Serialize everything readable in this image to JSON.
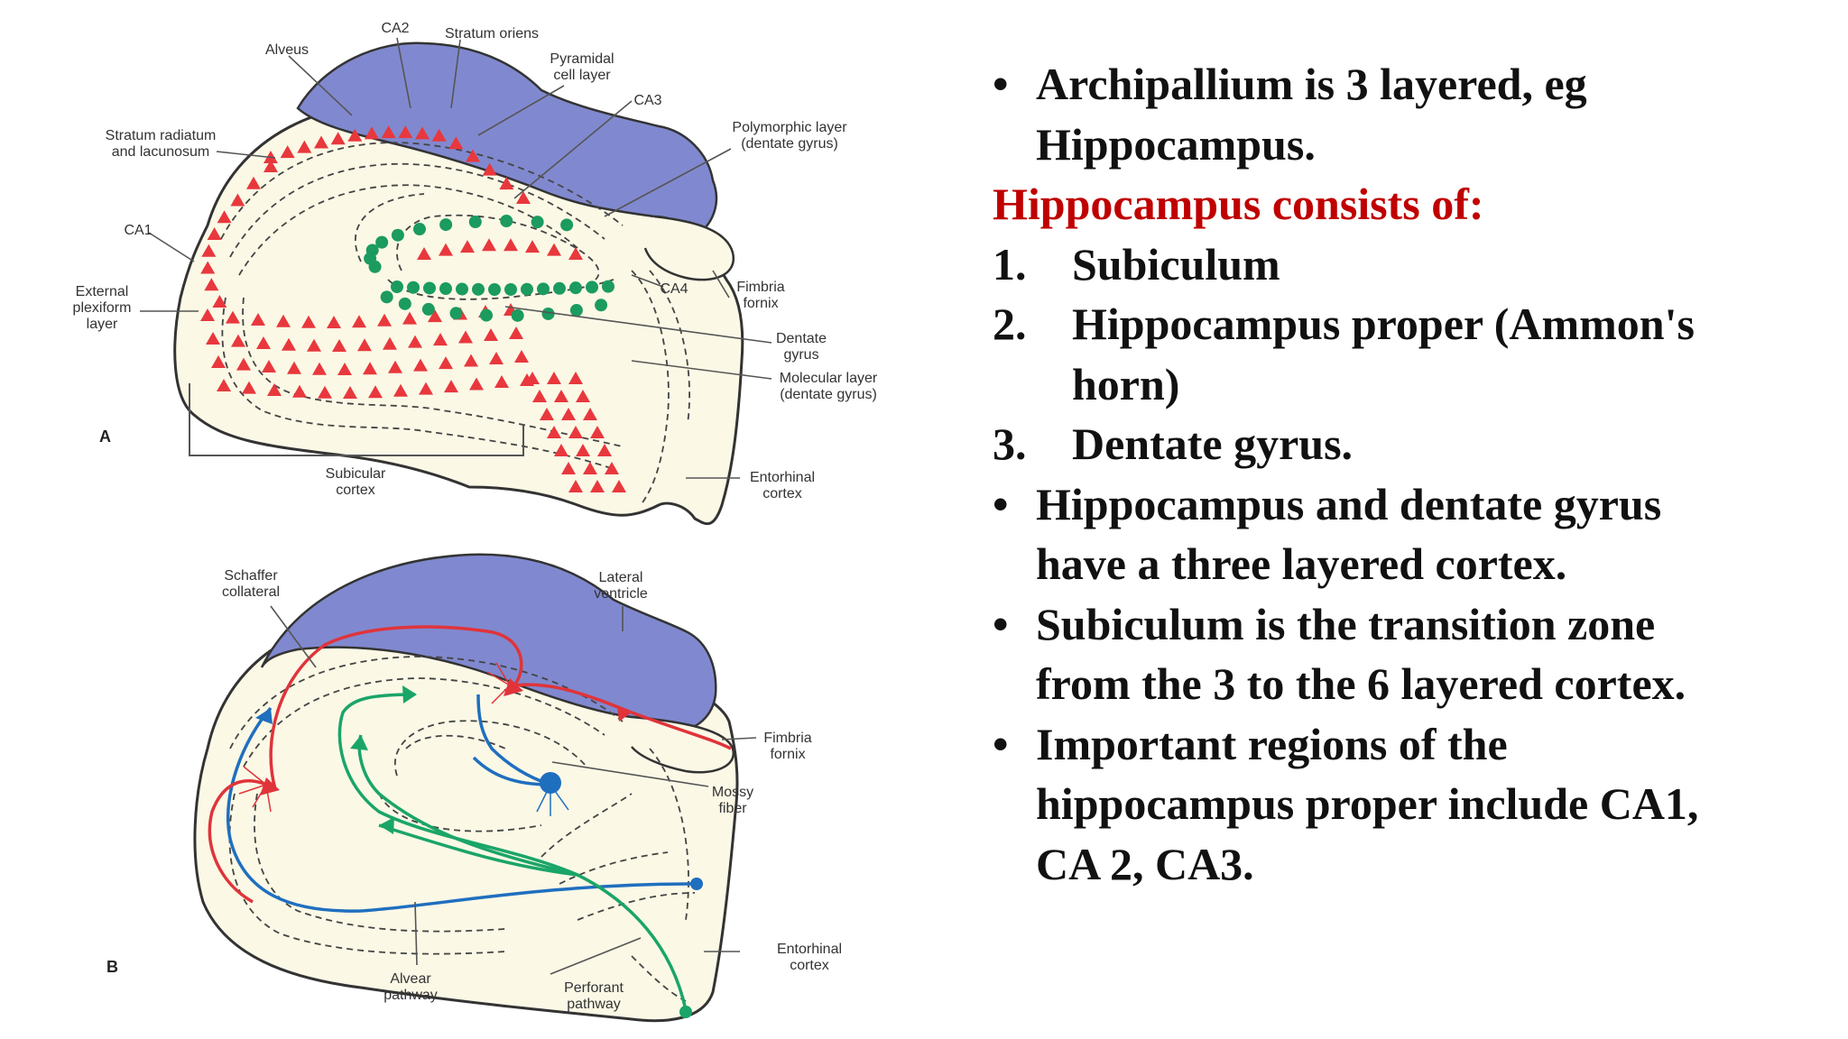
{
  "colors": {
    "ventricle": "#8089cf",
    "pyramidal": "#e8383d",
    "granule": "#1b9b5f",
    "tissue": "#fbf8e6",
    "heading": "#c00000",
    "blue_path": "#1f6fbf",
    "green_path": "#1aa568",
    "red_path": "#e0343a"
  },
  "diagram_a": {
    "panel_letter": "A",
    "labels": {
      "alveus": "Alveus",
      "ca2": "CA2",
      "stratum_oriens": "Stratum oriens",
      "pyramidal_1": "Pyramidal",
      "pyramidal_2": "cell layer",
      "ca3": "CA3",
      "stratum_radiatum_1": "Stratum radiatum",
      "stratum_radiatum_2": "and lacunosum",
      "polymorphic_1": "Polymorphic layer",
      "polymorphic_2": "(dentate gyrus)",
      "ca1": "CA1",
      "ext_plex_1": "External",
      "ext_plex_2": "plexiform",
      "ext_plex_3": "layer",
      "ca4": "CA4",
      "fimbria_1": "Fimbria",
      "fimbria_2": "fornix",
      "dentate_1": "Dentate",
      "dentate_2": "gyrus",
      "molecular_1": "Molecular layer",
      "molecular_2": "(dentate gyrus)",
      "subicular_1": "Subicular",
      "subicular_2": "cortex",
      "entorhinal_1": "Entorhinal",
      "entorhinal_2": "cortex"
    }
  },
  "diagram_b": {
    "panel_letter": "B",
    "labels": {
      "schaffer_1": "Schaffer",
      "schaffer_2": "collateral",
      "lateral_1": "Lateral",
      "lateral_2": "ventricle",
      "fimbria_1": "Fimbria",
      "fimbria_2": "fornix",
      "mossy_1": "Mossy",
      "mossy_2": "fiber",
      "entorhinal_1": "Entorhinal",
      "entorhinal_2": "cortex",
      "alvear_1": "Alvear",
      "alvear_2": "pathway",
      "perforant_1": "Perforant",
      "perforant_2": "pathway"
    }
  },
  "notes": {
    "items": [
      {
        "kind": "bullet",
        "marker": "•",
        "text": "Archipallium is 3 layered, eg"
      },
      {
        "kind": "cont",
        "text": "Hippocampus."
      },
      {
        "kind": "heading",
        "text": "Hippocampus consists of:"
      },
      {
        "kind": "number",
        "marker": "1.",
        "text": "Subiculum"
      },
      {
        "kind": "number",
        "marker": "2.",
        "text": "Hippocampus proper (Ammon's"
      },
      {
        "kind": "ncont",
        "text": "horn)"
      },
      {
        "kind": "number",
        "marker": "3.",
        "text": "Dentate gyrus."
      },
      {
        "kind": "bullet",
        "marker": "•",
        "text": "Hippocampus and dentate gyrus"
      },
      {
        "kind": "cont",
        "text": "have a three layered cortex."
      },
      {
        "kind": "bullet",
        "marker": "•",
        "text": "Subiculum is the transition zone"
      },
      {
        "kind": "cont",
        "text": "from the 3 to the 6 layered cortex."
      },
      {
        "kind": "bullet",
        "marker": "•",
        "text": "Important regions of  the"
      },
      {
        "kind": "cont",
        "text": "hippocampus proper include CA1,"
      },
      {
        "kind": "cont",
        "text": "CA 2, CA3."
      }
    ]
  }
}
